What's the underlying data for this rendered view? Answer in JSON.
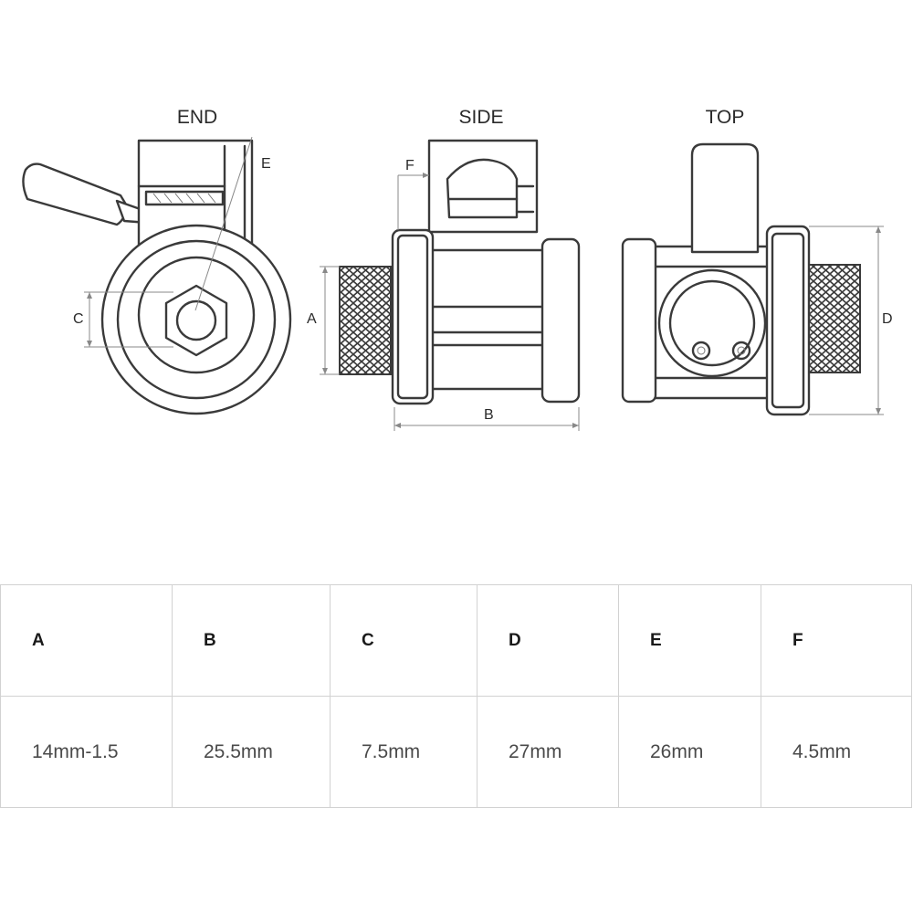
{
  "views": {
    "end": {
      "title": "END",
      "labels": {
        "e": "E",
        "c": "C"
      }
    },
    "side": {
      "title": "SIDE",
      "labels": {
        "f": "F",
        "a": "A",
        "b": "B"
      }
    },
    "top": {
      "title": "TOP",
      "labels": {
        "d": "D"
      }
    }
  },
  "spec_table": {
    "headers": [
      "A",
      "B",
      "C",
      "D",
      "E",
      "F"
    ],
    "values": [
      "14mm-1.5",
      "25.5mm",
      "7.5mm",
      "27mm",
      "26mm",
      "4.5mm"
    ]
  }
}
